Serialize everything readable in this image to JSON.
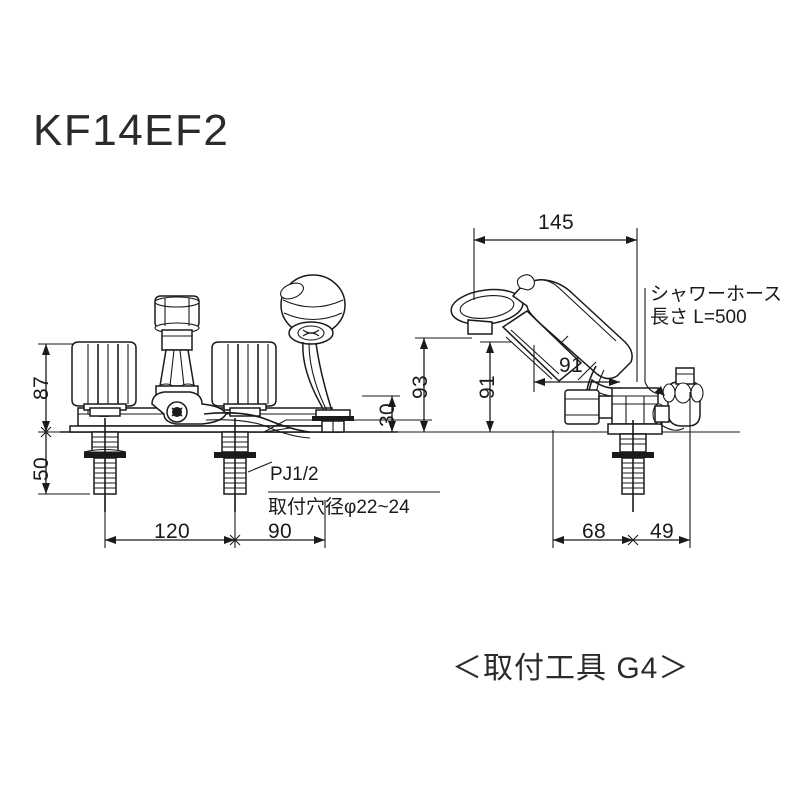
{
  "drawing": {
    "title": "KF14EF2",
    "footer_note": "＜取付工具 G4＞",
    "type": "technical-dimension-drawing",
    "product": "deck-mounted two-handle bath shower faucet",
    "units": "mm"
  },
  "labels": {
    "thread_spec": "PJ1/2",
    "mounting_hole": "取付穴径φ22~24",
    "shower_hose_line1": "シャワーホース",
    "shower_hose_line2": "長さ L=500"
  },
  "dimensions": {
    "height_87": "87",
    "depth_50": "50",
    "spacing_120": "120",
    "spacing_90": "90",
    "reach_145": "145",
    "height_93": "93",
    "height_91": "91",
    "offset_91": "91",
    "height_30": "30",
    "spacing_68": "68",
    "spacing_49": "49"
  },
  "colors": {
    "line": "#1a1a1a",
    "background": "#ffffff",
    "fill": "#ffffff",
    "shade": "#d9d9d9"
  }
}
